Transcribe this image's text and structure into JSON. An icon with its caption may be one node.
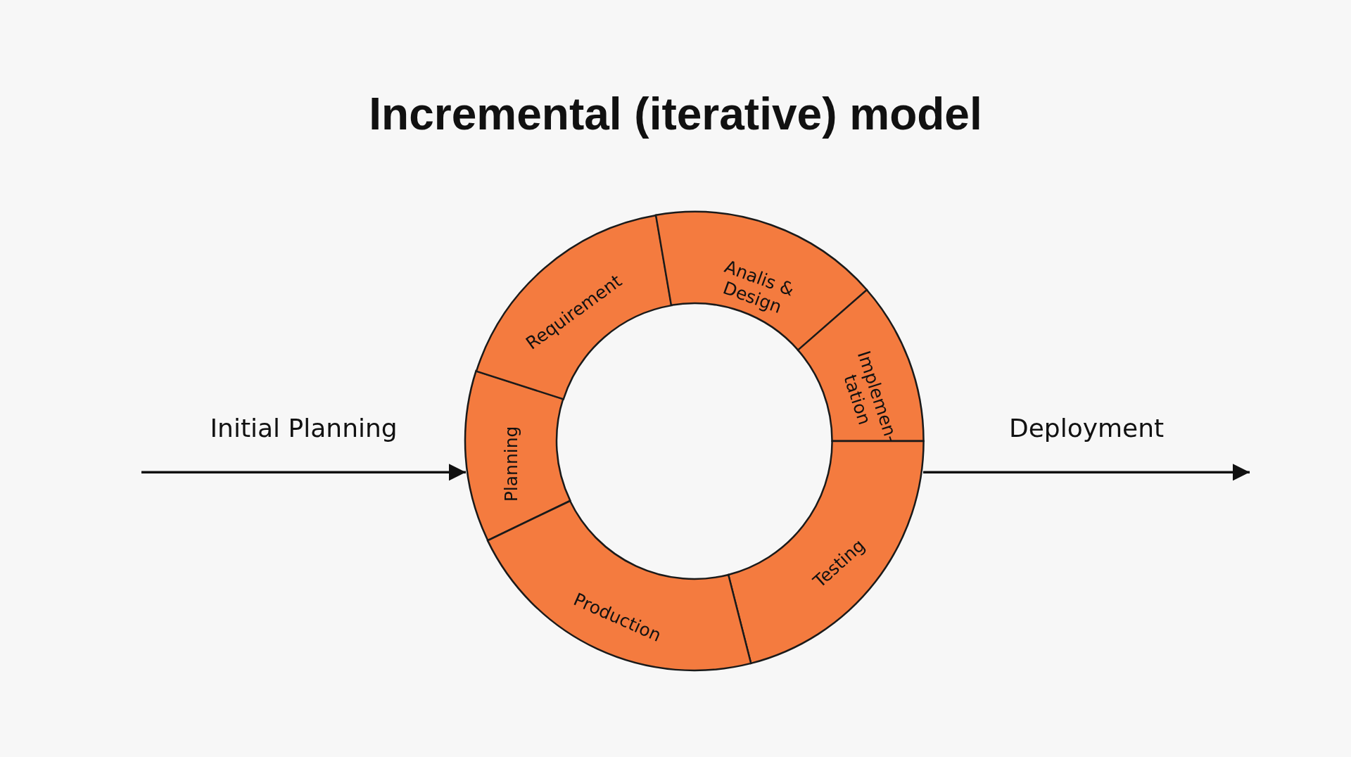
{
  "diagram": {
    "title": "Incremental (iterative) model",
    "nodes": [
      {
        "text": [
          "Planning"
        ]
      },
      {
        "text": [
          "Requirement"
        ]
      },
      {
        "text": [
          "Analis & Design"
        ]
      },
      {
        "text": [
          "Implemen- tation"
        ]
      },
      {
        "text": [
          "Testing"
        ]
      },
      {
        "text": [
          "Production"
        ]
      }
    ],
    "edges": [
      {
        "from": null,
        "to": 0,
        "arrow": "to",
        "label": "Initial Planning"
      },
      {
        "from": 4,
        "to": null,
        "arrow": "to",
        "label": "Deployment"
      }
    ]
  }
}
